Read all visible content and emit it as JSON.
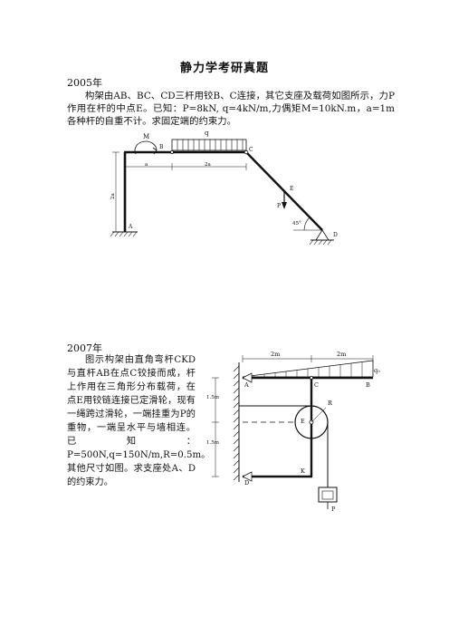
{
  "doc": {
    "title": "静力学考研真题",
    "sections": [
      {
        "year": "2005年",
        "text": "构架由AB、BC、CD三杆用铰B、C连接，其它支座及载荷如图所示，力P作用在杆的中点E。已知：P=8kN, q=4kN/m,力偶矩M=10kN.m，a=1m各种杆的自重不计。求固定端的约束力。",
        "figure": {
          "labels": {
            "M": "M",
            "q": "q",
            "B": "B",
            "C": "C",
            "A": "A",
            "D": "D",
            "E": "E",
            "P": "P",
            "a": "a",
            "two_a": "2a",
            "angle": "45°"
          }
        }
      },
      {
        "year": "2007年",
        "text": "图示构架由直角弯杆CKD与直杆AB在点C铰接而成，杆上作用在三角形分布载荷，在点E用铰链连接已定滑轮，现有一绳跨过滑轮，一端挂重为P的重物，一端呈水平与墙相连。已知：P=500N,q=150N/m,R=0.5m。其他尺寸如图。求支座处A、D的约束力。",
        "figure": {
          "labels": {
            "dim_left": "2m",
            "dim_right": "2m",
            "q0": "q₀",
            "A": "A",
            "C": "C",
            "B": "B",
            "R": "R",
            "E": "E",
            "K": "K",
            "D": "D",
            "P": "P",
            "h1": "1.5m",
            "h2": "1.5m"
          }
        }
      }
    ]
  }
}
